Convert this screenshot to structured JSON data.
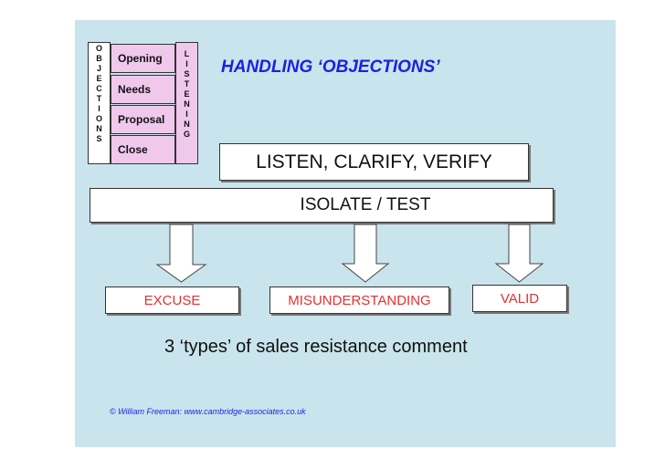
{
  "objections_letters": [
    "O",
    "B",
    "J",
    "E",
    "C",
    "T",
    "I",
    "O",
    "N",
    "S"
  ],
  "listening_letters": [
    "L",
    "I",
    "S",
    "T",
    "E",
    "N",
    "I",
    "N",
    "G"
  ],
  "stages": [
    "Opening",
    "Needs",
    "Proposal",
    "Close"
  ],
  "title": "HANDLING ‘OBJECTIONS’",
  "listen_box": "LISTEN, CLARIFY, VERIFY",
  "isolate_box": "ISOLATE / TEST",
  "outcomes": [
    "EXCUSE",
    "MISUNDERSTANDING",
    "VALID"
  ],
  "caption": "3 ‘types’ of sales resistance comment",
  "copyright": "© William Freeman:   www.cambridge-associates.co.uk",
  "colors": {
    "background": "#c9e4ec",
    "stage_fill": "#f0c8ec",
    "title": "#1d1ee6",
    "outcome_text": "#e53030"
  }
}
